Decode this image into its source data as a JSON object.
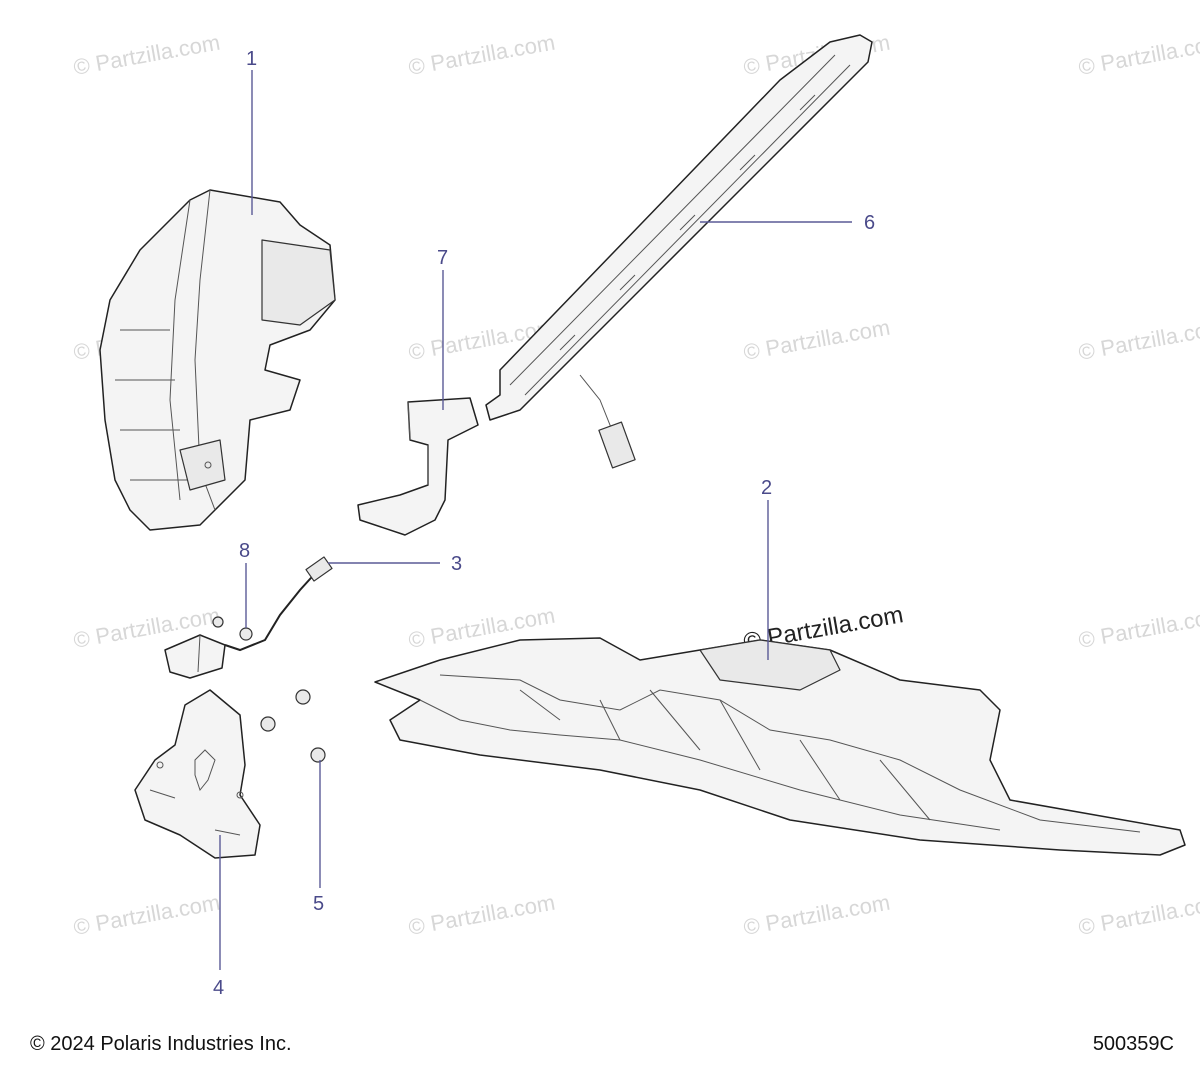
{
  "watermark": "© Partzilla.com",
  "callouts": [
    "1",
    "2",
    "3",
    "4",
    "5",
    "6",
    "7",
    "8"
  ],
  "footer": {
    "copyright": "© 2024 Polaris Industries Inc.",
    "diagram_id": "500359C"
  }
}
